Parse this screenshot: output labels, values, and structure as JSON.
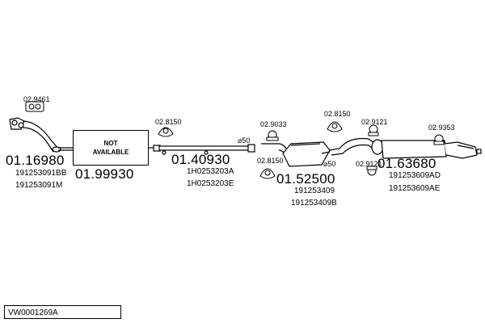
{
  "diagram": {
    "reference": "VW0001269A",
    "not_available": [
      "NOT",
      "AVAILABLE"
    ],
    "parts": [
      {
        "id": "front-pipe",
        "number": "01.16980",
        "oem": [
          "191253091BB",
          "191253091M"
        ]
      },
      {
        "id": "not-available-section",
        "number": "01.99930",
        "oem": []
      },
      {
        "id": "middle-pipe",
        "number": "01.40930",
        "oem": [
          "1H0253203A",
          "1H0253203E"
        ]
      },
      {
        "id": "middle-silencer",
        "number": "01.52500",
        "oem": [
          "191253409",
          "191253409B"
        ]
      },
      {
        "id": "rear-silencer",
        "number": "01.63680",
        "oem": [
          "191253609AD",
          "191253609AE"
        ]
      }
    ],
    "accessories": [
      {
        "id": "gasket-front",
        "number": "02.9461"
      },
      {
        "id": "hanger-1",
        "number": "02.8150"
      },
      {
        "id": "clamp-1",
        "number": "02.9033"
      },
      {
        "id": "hanger-2",
        "number": "02.8150"
      },
      {
        "id": "hanger-3",
        "number": "02.8150"
      },
      {
        "id": "clamp-2",
        "number": "02.9121"
      },
      {
        "id": "clamp-3",
        "number": "02.9121"
      },
      {
        "id": "clamp-4",
        "number": "02.9353"
      }
    ],
    "diameters": [
      "⌀50",
      "⌀50"
    ]
  }
}
